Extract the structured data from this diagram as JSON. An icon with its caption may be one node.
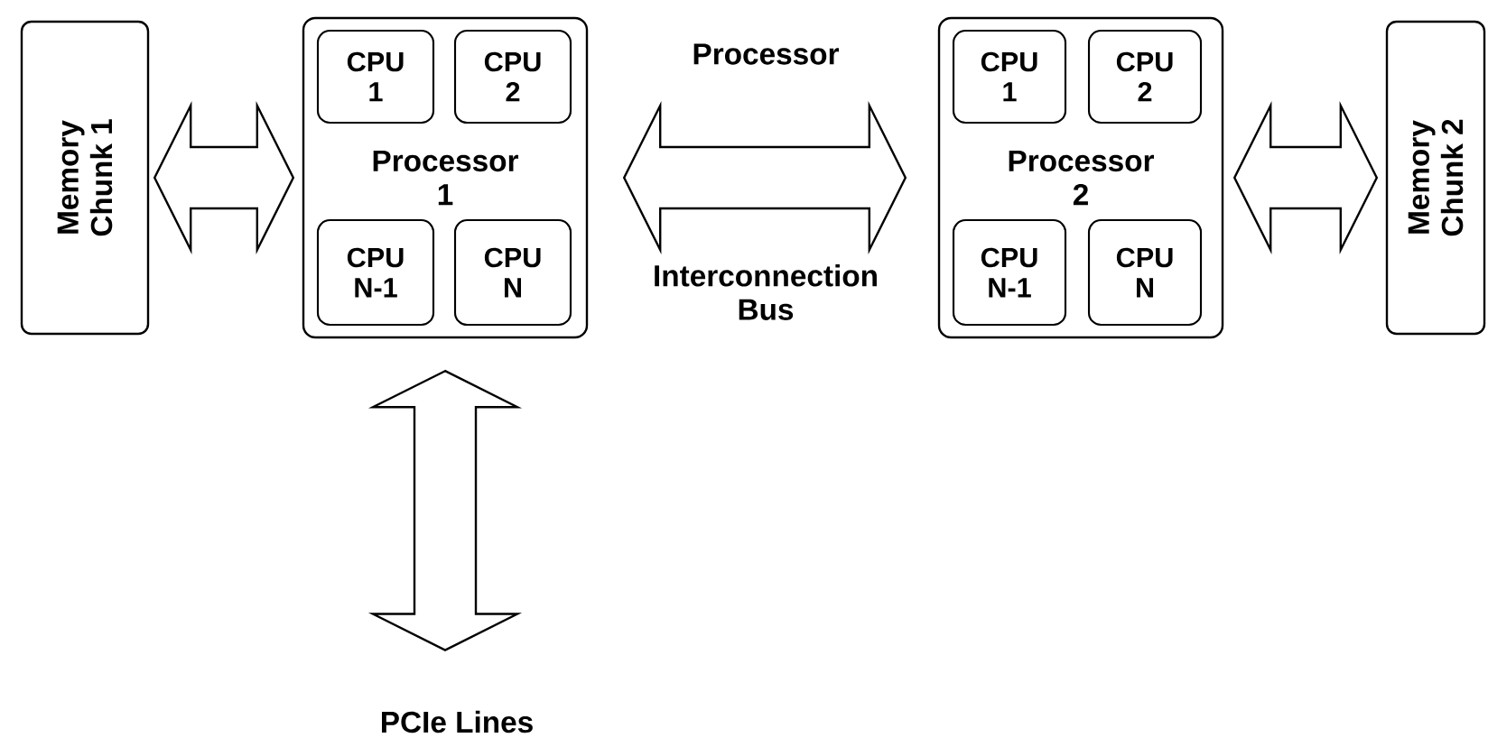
{
  "diagram": {
    "nodes": [
      {
        "text": [
          "Memory Chunk 1"
        ]
      },
      {
        "text": [
          "Processor 1"
        ]
      },
      {
        "text": [
          "CPU 1"
        ],
        "in": 1
      },
      {
        "text": [
          "CPU 2"
        ],
        "in": 1
      },
      {
        "text": [
          "CPU N-1"
        ],
        "in": 1
      },
      {
        "text": [
          "CPU N"
        ],
        "in": 1
      },
      {
        "text": [
          "Processor 2"
        ]
      },
      {
        "text": [
          "CPU 1"
        ],
        "in": 6
      },
      {
        "text": [
          "CPU 2"
        ],
        "in": 6
      },
      {
        "text": [
          "CPU N-1"
        ],
        "in": 6
      },
      {
        "text": [
          "CPU N"
        ],
        "in": 6
      },
      {
        "text": [
          "Memory Chunk 2"
        ]
      },
      {
        "text": [
          "PCIe Lines"
        ]
      }
    ],
    "edges": [
      {
        "from": 0,
        "to": 1,
        "arrow": "both"
      },
      {
        "from": 1,
        "to": 6,
        "arrow": "both"
      },
      {
        "from": 6,
        "to": 11,
        "arrow": "both"
      },
      {
        "from": 1,
        "to": 12,
        "arrow": "both"
      }
    ],
    "labels": [
      "Processor",
      "Interconnection Bus"
    ]
  }
}
